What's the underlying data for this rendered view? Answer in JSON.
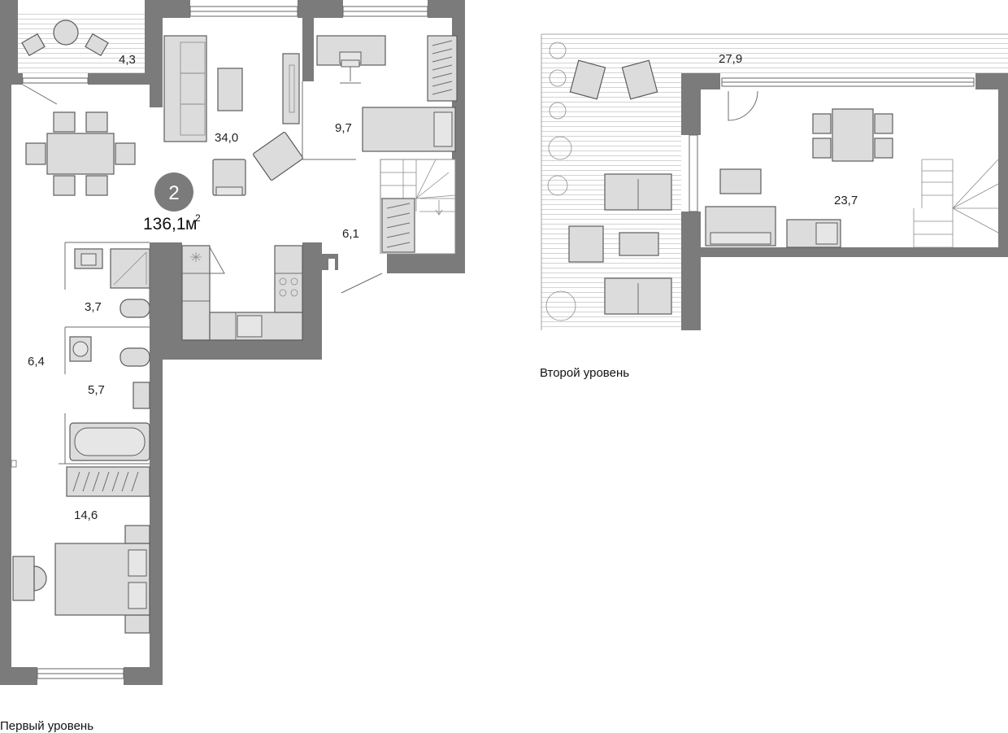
{
  "apartment": {
    "rooms_badge": "2",
    "total_area_value": "136,1",
    "total_area_unit": "м",
    "total_area_sup": "2"
  },
  "levels": {
    "first": {
      "label": "Первый уровень"
    },
    "second": {
      "label": "Второй уровень"
    }
  },
  "rooms_first": {
    "balcony": "4,3",
    "living": "34,0",
    "study": "9,7",
    "hall_stair": "6,1",
    "shower": "3,7",
    "corridor": "6,4",
    "bathroom": "5,7",
    "bedroom": "14,6"
  },
  "rooms_second": {
    "terrace": "27,9",
    "loft": "23,7"
  }
}
